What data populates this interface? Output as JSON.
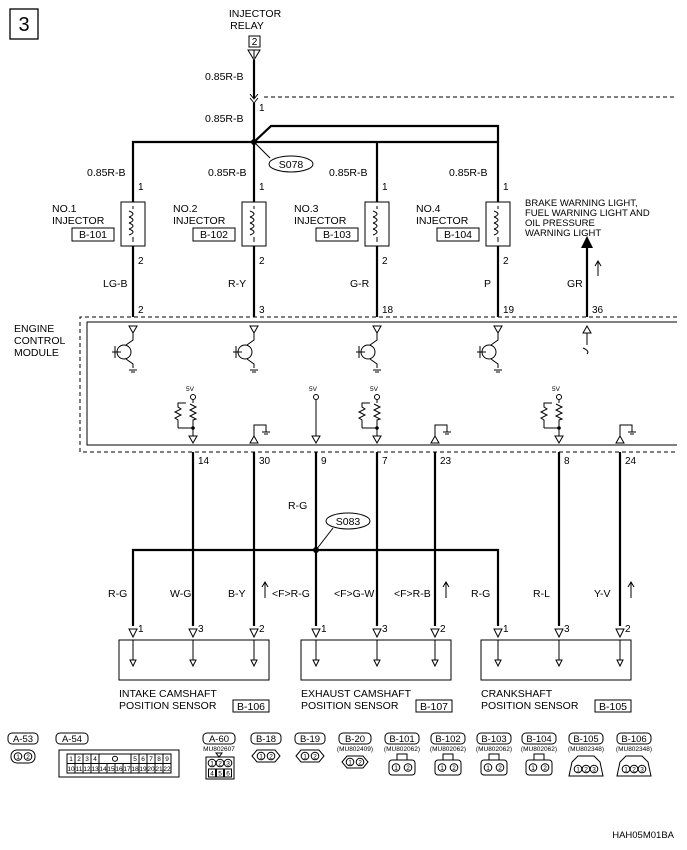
{
  "step_number": "3",
  "footer_code": "HAH05M01BA",
  "relay": {
    "label_line1": "INJECTOR",
    "label_line2": "RELAY",
    "pin": "2"
  },
  "feed": {
    "wire_color_top": "0.85R-B",
    "pin_top": "1",
    "wire_color_bus": "0.85R-B",
    "splice": "S078"
  },
  "injectors": [
    {
      "name_line1": "NO.1",
      "name_line2": "INJECTOR",
      "connector": "B-101",
      "supply_color": "0.85R-B",
      "pin_top": "1",
      "pin_bottom": "2",
      "out_color": "LG-B",
      "ecm_pin": "2"
    },
    {
      "name_line1": "NO.2",
      "name_line2": "INJECTOR",
      "connector": "B-102",
      "supply_color": "0.85R-B",
      "pin_top": "1",
      "pin_bottom": "2",
      "out_color": "R-Y",
      "ecm_pin": "3"
    },
    {
      "name_line1": "NO.3",
      "name_line2": "INJECTOR",
      "connector": "B-103",
      "supply_color": "0.85R-B",
      "pin_top": "1",
      "pin_bottom": "2",
      "out_color": "G-R",
      "ecm_pin": "18"
    },
    {
      "name_line1": "NO.4",
      "name_line2": "INJECTOR",
      "connector": "B-104",
      "supply_color": "0.85R-B",
      "pin_top": "1",
      "pin_bottom": "2",
      "out_color": "P",
      "ecm_pin": "19"
    }
  ],
  "brake_warning": {
    "line1": "BRAKE WARNING LIGHT,",
    "line2": "FUEL WARNING LIGHT AND",
    "line3": "OIL PRESSURE",
    "line4": "WARNING LIGHT",
    "wire_color": "GR",
    "ecm_pin": "36"
  },
  "ecm": {
    "label_line1": "ENGINE",
    "label_line2": "CONTROL",
    "label_line3": "MODULE",
    "supply_label": "5V"
  },
  "ecm_bottom_pins": [
    "14",
    "30",
    "9",
    "7",
    "23",
    "8",
    "24"
  ],
  "sensor_bus": {
    "wire_color": "R-G",
    "splice": "S083"
  },
  "sensor_wires": [
    {
      "color": "R-G",
      "pin": "1"
    },
    {
      "color": "W-G",
      "pin": "3"
    },
    {
      "color": "B-Y",
      "pin": "2"
    },
    {
      "color": "<F>R-G",
      "pin": "1"
    },
    {
      "color": "<F>G-W",
      "pin": "3"
    },
    {
      "color": "<F>R-B",
      "pin": "2"
    },
    {
      "color": "R-G",
      "pin": "1"
    },
    {
      "color": "R-L",
      "pin": "3"
    },
    {
      "color": "Y-V",
      "pin": "2"
    }
  ],
  "sensors": [
    {
      "line1": "INTAKE CAMSHAFT",
      "line2": "POSITION SENSOR",
      "connector": "B-106"
    },
    {
      "line1": "EXHAUST CAMSHAFT",
      "line2": "POSITION SENSOR",
      "connector": "B-107"
    },
    {
      "line1": "CRANKSHAFT",
      "line2": "POSITION SENSOR",
      "connector": "B-105"
    }
  ],
  "connector_legend": [
    {
      "id": "A-53",
      "part": ""
    },
    {
      "id": "A-54",
      "part": ""
    },
    {
      "id": "A-60",
      "part": "MU802607"
    },
    {
      "id": "B-18",
      "part": ""
    },
    {
      "id": "B-19",
      "part": ""
    },
    {
      "id": "B-20",
      "part": "(MU802409)"
    },
    {
      "id": "B-101",
      "part": "(MU802062)"
    },
    {
      "id": "B-102",
      "part": "(MU802062)"
    },
    {
      "id": "B-103",
      "part": "(MU802062)"
    },
    {
      "id": "B-104",
      "part": "(MU802062)"
    },
    {
      "id": "B-105",
      "part": "(MU802348)"
    },
    {
      "id": "B-106",
      "part": "(MU802348)"
    }
  ],
  "a54_pins": {
    "top": [
      "1",
      "2",
      "3",
      "4",
      "5",
      "6",
      "7",
      "8",
      "9"
    ],
    "bottom": [
      "10",
      "11",
      "12",
      "13",
      "14",
      "15",
      "16",
      "17",
      "18",
      "19",
      "20",
      "21",
      "22"
    ]
  },
  "a60_pins": [
    "1",
    "2",
    "3",
    "4",
    "5",
    "6"
  ],
  "pins_12": [
    "1",
    "2"
  ],
  "pins_123": [
    "1",
    "2",
    "3"
  ]
}
